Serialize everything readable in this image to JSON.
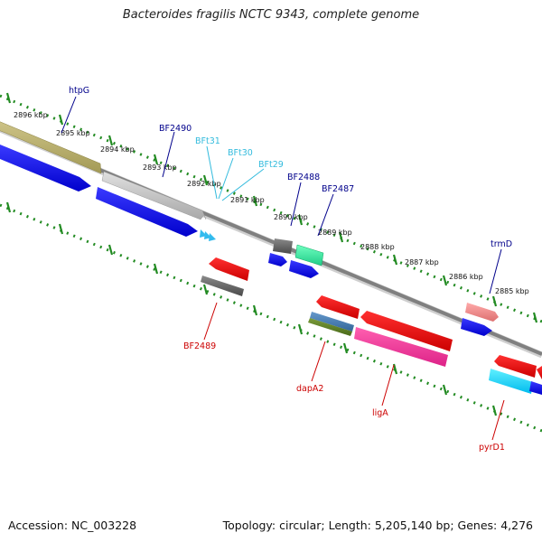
{
  "title": "Bacteroides fragilis NCTC 9343, complete genome",
  "accession": "Accession: NC_003228",
  "summary": "Topology: circular; Length: 5,205,140 bp; Genes: 4,276",
  "colors": {
    "forward_label": "#00008b",
    "reverse_label": "#cc0000",
    "rna_label": "#33bbdd",
    "tick": "#228b22",
    "backbone": "#808080"
  },
  "kbp_labels": [
    "2896 kbp",
    "2895 kbp",
    "2894 kbp",
    "2893 kbp",
    "2892 kbp",
    "2891 kbp",
    "2890 kbp",
    "2889 kbp",
    "2888 kbp",
    "2887 kbp",
    "2886 kbp",
    "2885 kbp"
  ],
  "gene_labels": {
    "htpG": "htpG",
    "BF2490": "BF2490",
    "BFt31": "BFt31",
    "BFt30": "BFt30",
    "BFt29": "BFt29",
    "BF2488": "BF2488",
    "BF2487": "BF2487",
    "trmD": "trmD",
    "BF2489": "BF2489",
    "dapA2": "dapA2",
    "ligA": "ligA",
    "pyrD1": "pyrD1"
  }
}
